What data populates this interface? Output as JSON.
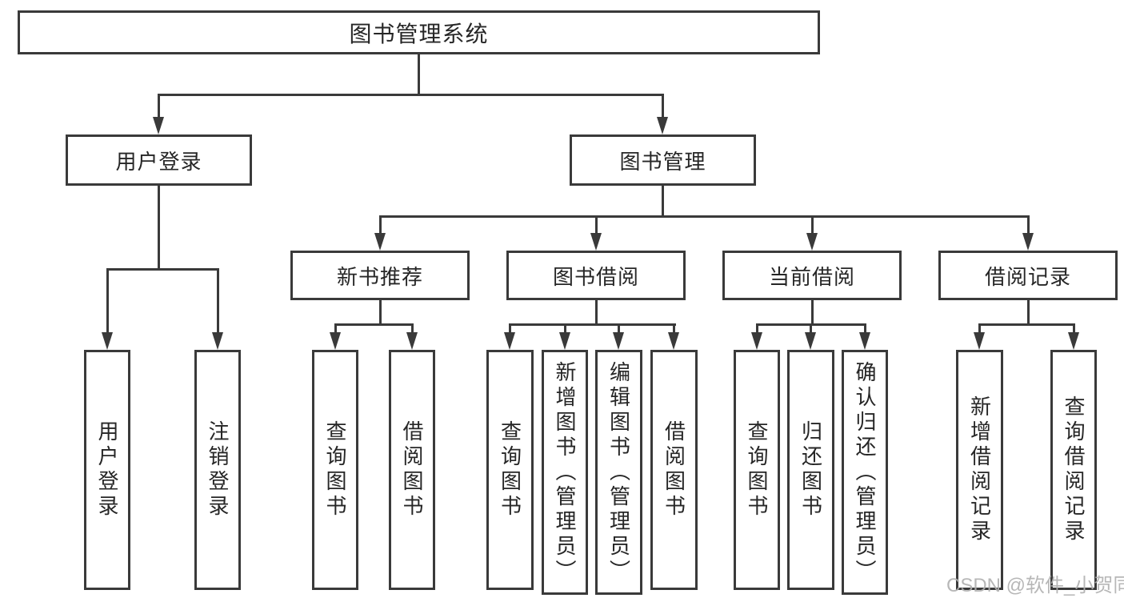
{
  "tree": {
    "label": "图书管理系统",
    "children": [
      {
        "label": "用户登录",
        "children": [
          {
            "label": "用户登录"
          },
          {
            "label": "注销登录"
          }
        ]
      },
      {
        "label": "图书管理",
        "children": [
          {
            "label": "新书推荐",
            "children": [
              {
                "label": "查询图书"
              },
              {
                "label": "借阅图书"
              }
            ]
          },
          {
            "label": "图书借阅",
            "children": [
              {
                "label": "查询图书"
              },
              {
                "label": "新增图书（管理员）"
              },
              {
                "label": "编辑图书（管理员）"
              },
              {
                "label": "借阅图书"
              }
            ]
          },
          {
            "label": "当前借阅",
            "children": [
              {
                "label": "查询图书"
              },
              {
                "label": "归还图书"
              },
              {
                "label": "确认归还（管理员）"
              }
            ]
          },
          {
            "label": "借阅记录",
            "children": [
              {
                "label": "新增借阅记录"
              },
              {
                "label": "查询借阅记录"
              }
            ]
          }
        ]
      }
    ]
  },
  "watermark": {
    "text": "CSDN @软件_小贺同学"
  },
  "colors": {
    "background": "#ffffff",
    "line": "#3a3a3a",
    "box_border": "#3a3a3a",
    "text": "#262626",
    "watermark": "#b0b0b0"
  }
}
